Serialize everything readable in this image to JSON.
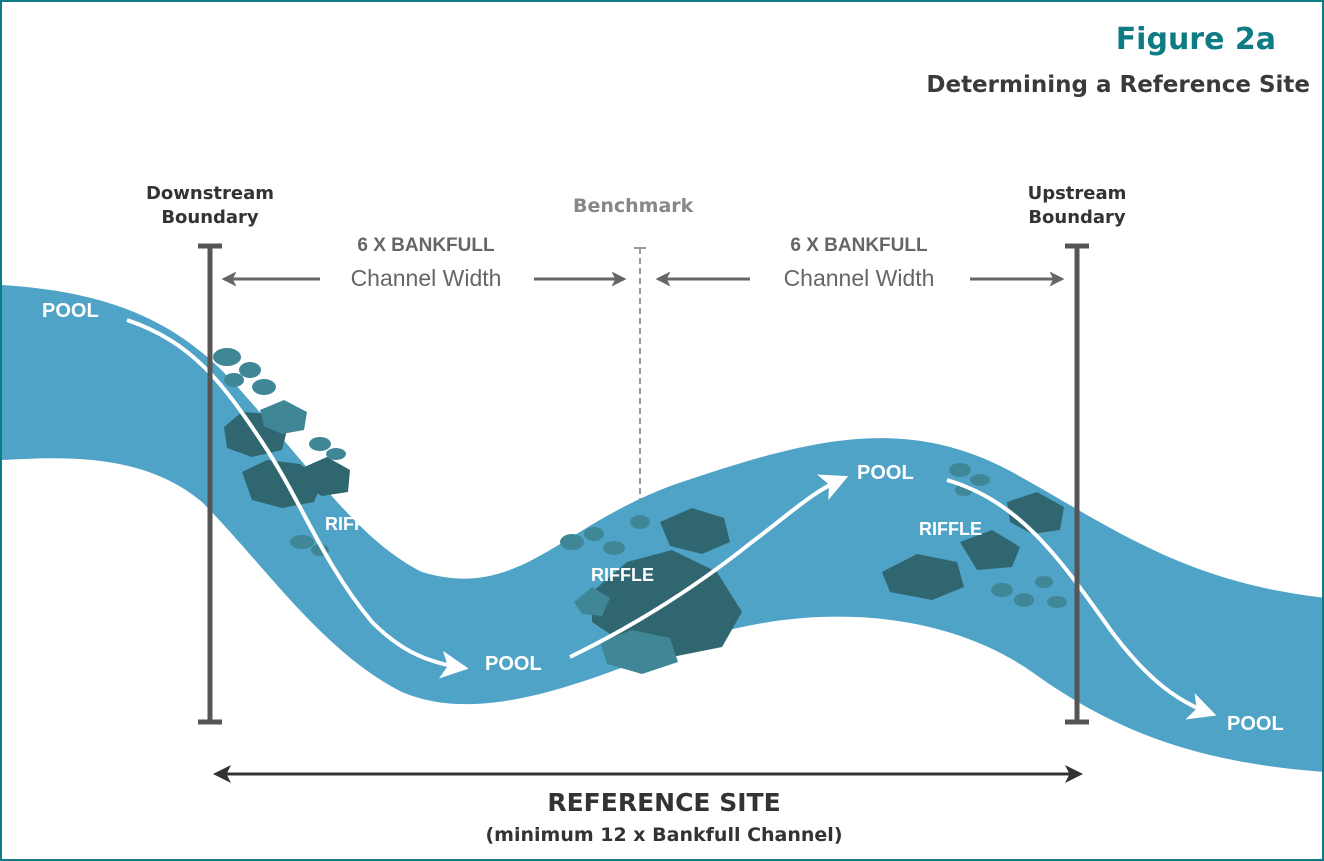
{
  "figure": {
    "title": "Figure  2a",
    "subtitle": "Determining a Reference Site"
  },
  "boundaries": {
    "downstream_line1": "Downstream",
    "downstream_line2": "Boundary",
    "upstream_line1": "Upstream",
    "upstream_line2": "Boundary"
  },
  "benchmark": "Benchmark",
  "bankfull_left": {
    "line1": "6 X BANKFULL",
    "line2": "Channel Width"
  },
  "bankfull_right": {
    "line1": "6 X BANKFULL",
    "line2": "Channel Width"
  },
  "stream_labels": {
    "pool_1": "POOL",
    "riffle_1": "RIFFLE",
    "pool_2": "POOL",
    "riffle_2": "RIFFLE",
    "pool_3": "POOL",
    "riffle_3": "RIFFLE",
    "pool_4": "POOL"
  },
  "reference_site": {
    "title": "REFERENCE SITE",
    "subtitle": "(minimum 12 x Bankfull Channel)"
  },
  "colors": {
    "water": "#4fa3c7",
    "rock_dark": "#2f6670",
    "rock_light": "#3f8796",
    "accent": "#0f7b84",
    "boundary_line": "#555555"
  }
}
